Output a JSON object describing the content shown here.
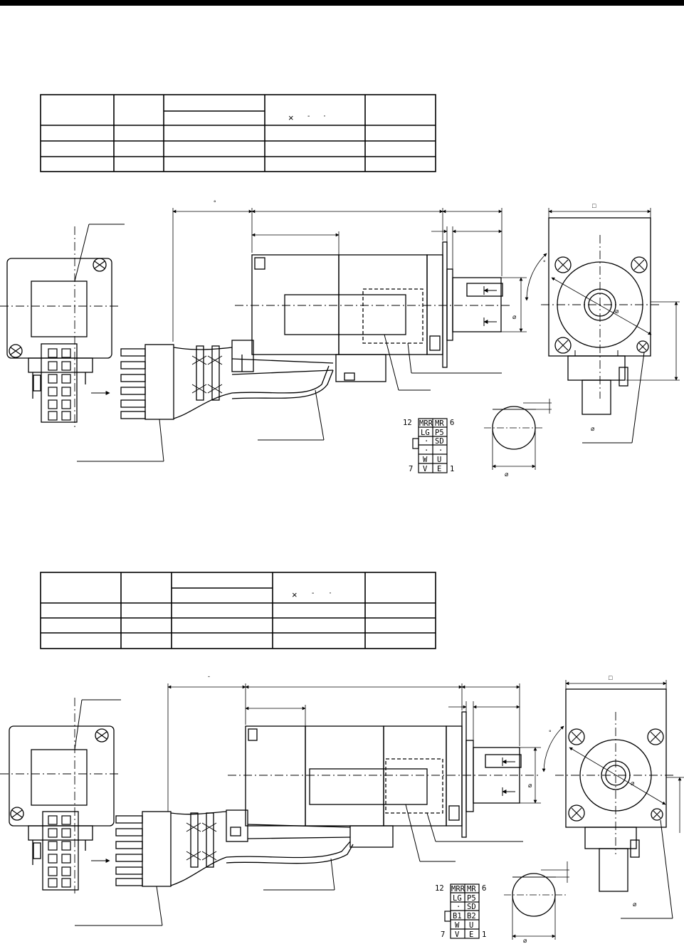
{
  "tables": {
    "table1": {
      "multiply_sign": "×",
      "dash_sign": "-",
      "dot_sign": "·"
    },
    "table2": {
      "multiply_sign": "×",
      "dash_sign": "-",
      "dot_sign": "·"
    }
  },
  "drawing1": {
    "dimension_marks": {
      "degree": "°",
      "square": "□",
      "diameter": "⌀",
      "diameter_small": "⌀"
    },
    "connector_labels": {
      "pin_left_start": "12",
      "pin_left_end": "7",
      "pin_right_start": "6",
      "pin_right_end": "1",
      "rows": [
        [
          "MRR",
          "MR"
        ],
        [
          "LG",
          "P5"
        ],
        [
          "·",
          "SD"
        ],
        [
          "·",
          "·"
        ],
        [
          "W",
          "U"
        ],
        [
          "V",
          "E"
        ]
      ]
    }
  },
  "drawing2": {
    "dimension_marks": {
      "degree": "°",
      "square": "□",
      "diameter": "⌀",
      "diameter_small": "⌀",
      "dash": "-"
    },
    "connector_labels": {
      "pin_left_start": "12",
      "pin_left_end": "7",
      "pin_right_start": "6",
      "pin_right_end": "1",
      "rows": [
        [
          "MRR",
          "MR"
        ],
        [
          "LG",
          "P5"
        ],
        [
          "·",
          "SD"
        ],
        [
          "B1",
          "B2"
        ],
        [
          "W",
          "U"
        ],
        [
          "V",
          "E"
        ]
      ]
    }
  }
}
